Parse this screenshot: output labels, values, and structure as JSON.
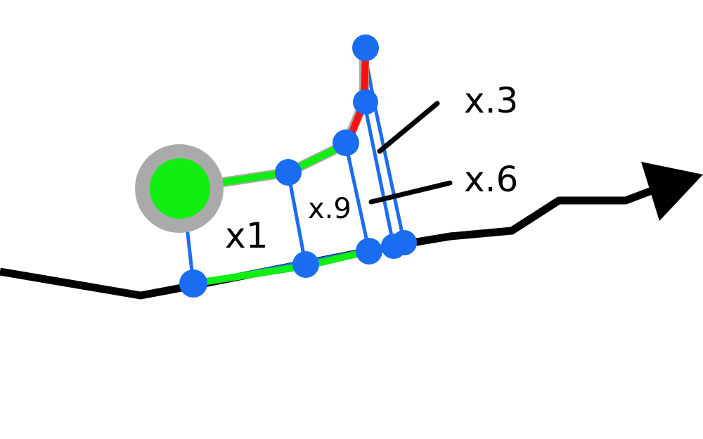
{
  "colors": {
    "ground": "#000000",
    "blue": "#1a6cf0",
    "green": "#11ee11",
    "red": "#ff1010",
    "halo": "#aaaaaa",
    "leader": "#000000"
  },
  "labels": {
    "x1": "x1",
    "x09": "x.9",
    "x06": "x.6",
    "x03": "x.3"
  },
  "icons": {
    "direction": "arrow-right-icon"
  }
}
